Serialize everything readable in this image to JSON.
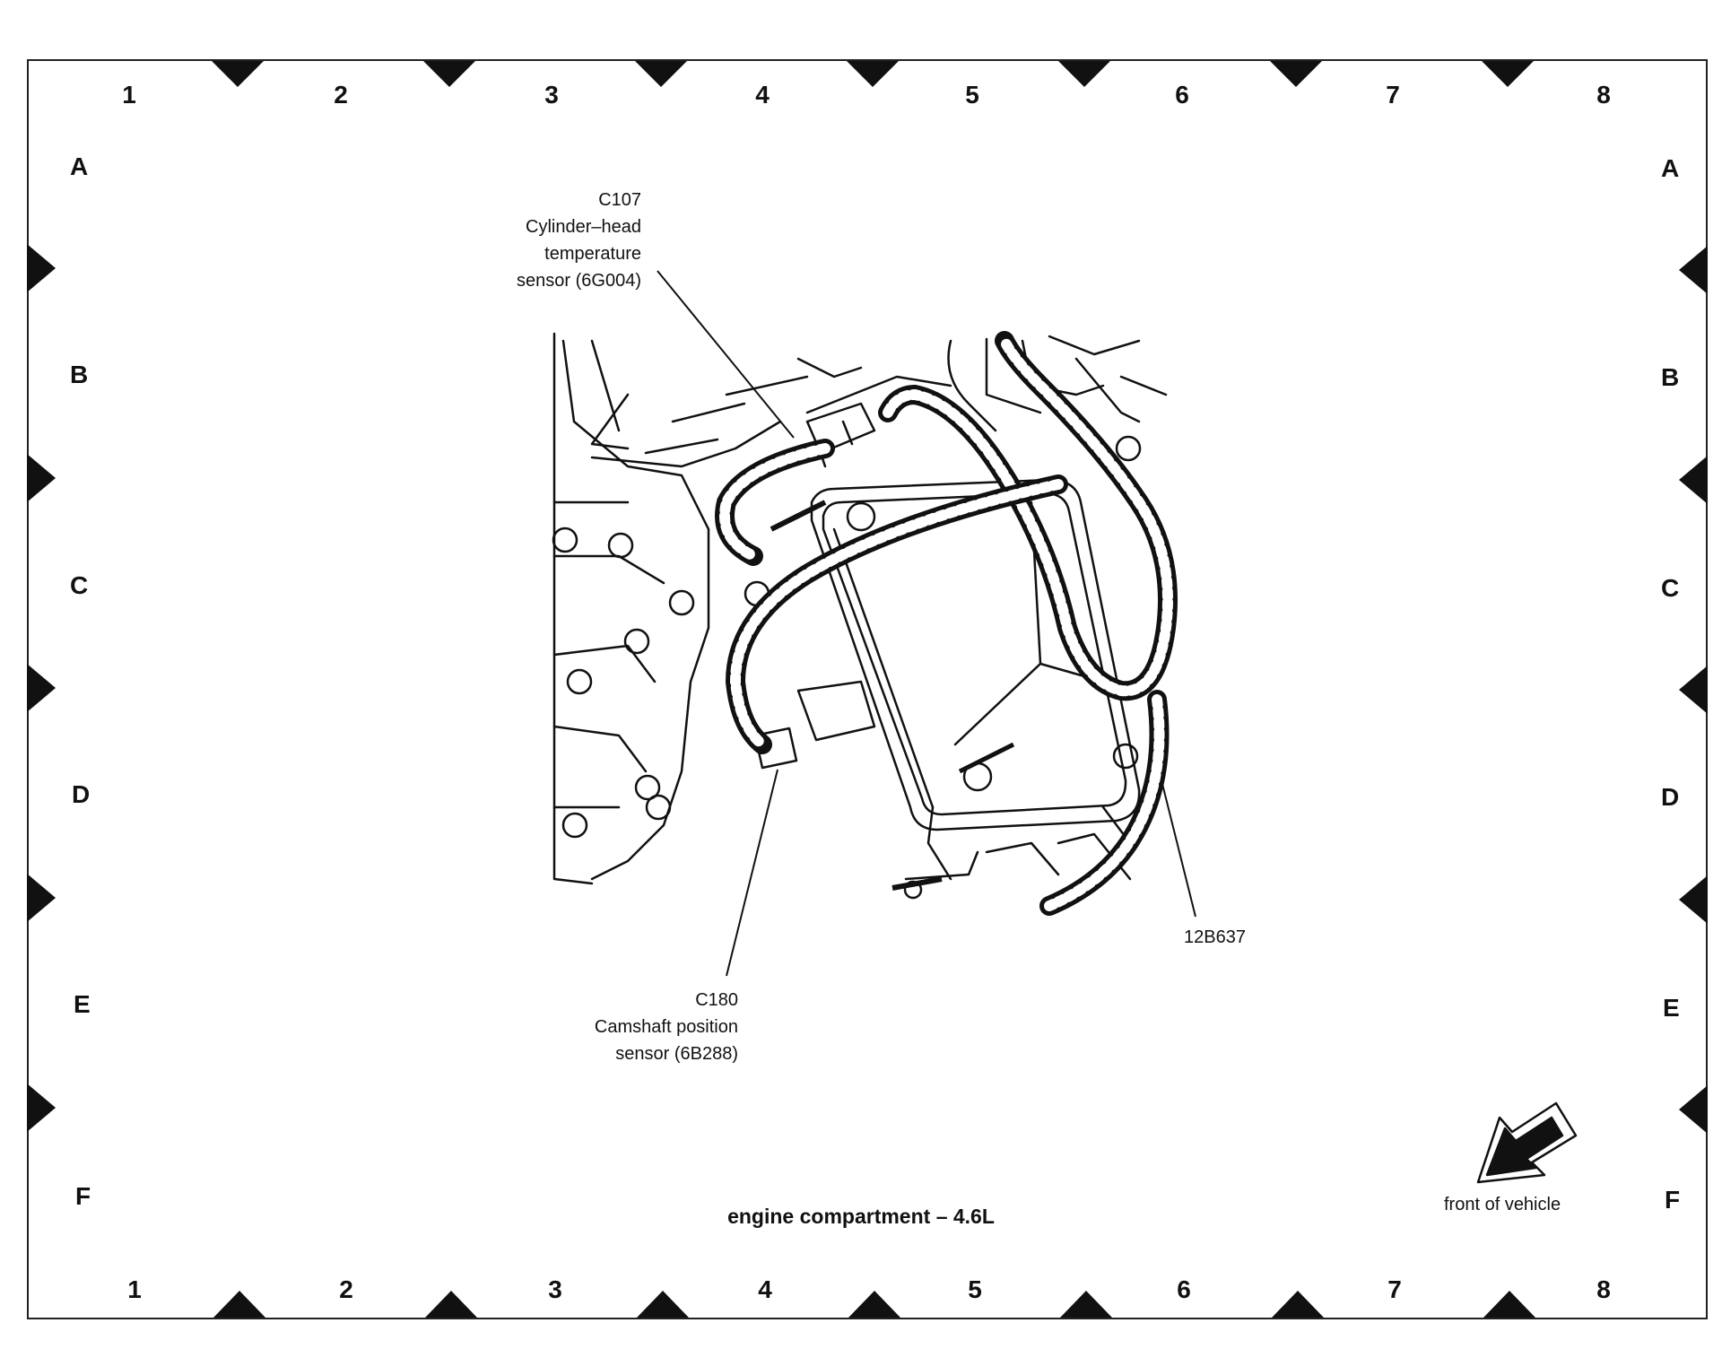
{
  "grid": {
    "columns": [
      "1",
      "2",
      "3",
      "4",
      "5",
      "6",
      "7",
      "8"
    ],
    "rows": [
      "A",
      "B",
      "C",
      "D",
      "E",
      "F"
    ]
  },
  "callouts": {
    "c107": {
      "connector": "C107",
      "line1": "Cylinder–head",
      "line2": "temperature",
      "line3": "sensor (6G004)"
    },
    "c180": {
      "connector": "C180",
      "line1": "Camshaft position",
      "line2": "sensor (6B288)"
    },
    "harness": {
      "id": "12B637"
    }
  },
  "caption": "engine compartment – 4.6L",
  "orientation": {
    "label": "front of vehicle",
    "icon": "front-arrow-icon"
  }
}
